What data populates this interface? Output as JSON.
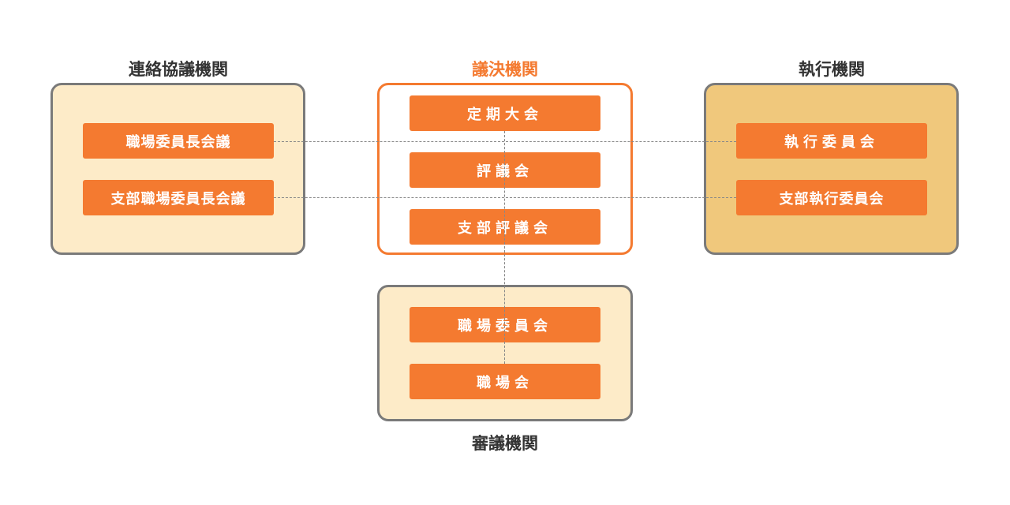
{
  "groups": {
    "liaison": {
      "title": "連絡協議機関",
      "nodes": [
        "職場委員長会議",
        "支部職場委員長会議"
      ]
    },
    "decision": {
      "title": "議決機関",
      "nodes": [
        "定期大会",
        "評議会",
        "支部評議会"
      ]
    },
    "executive": {
      "title": "執行機関",
      "nodes": [
        "執行委員会",
        "支部執行委員会"
      ]
    },
    "deliberation": {
      "title": "審議機関",
      "nodes": [
        "職場委員会",
        "職場会"
      ]
    }
  },
  "colors": {
    "accent": "#f47a30",
    "pale_fill": "#fdebc8",
    "gold_fill": "#f0c87c",
    "border_gray": "#7a7a7a",
    "title_dark": "#333333"
  }
}
